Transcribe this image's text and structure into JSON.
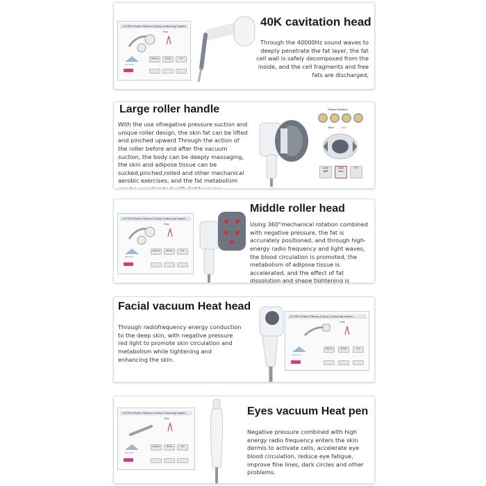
{
  "products": [
    {
      "id": "cavitation",
      "title": "40K cavitation head",
      "description": "Through the 40000Hz sound waves to deeply penetrate the fat layer, the fat cell wall is safely decomposed from the inside, and the cell fragments and free fats are discharged,",
      "screen_title_brand": "V8",
      "screen_title": "PRO Perfect Fitness & Body Contouring System"
    },
    {
      "id": "large-roller",
      "title": "Large roller handle",
      "description": "With the use ofnegative pressure suction and unique roller design, the skin fat can be lifted and pinched upward Through the action of the roller before and after the vacuum suction, the body can be deeply massaging, the skin and adipose tissue can be sucked,pinched,rolled and other mechanical aerobic exercises, and the fat metabolism can be accelerated with light waves.",
      "panel_heading": "Rotate Direction",
      "panel_time": "Time",
      "panel_rf": "RLF",
      "panel_btn1": "Laser",
      "panel_btn1_state": "OFF",
      "panel_btn2": "Laser",
      "panel_btn2_state": "RED",
      "panel_btn3": "R.F"
    },
    {
      "id": "middle-roller",
      "title": "Middle roller head",
      "description": "Using 360°mechanical rotation combined with negative pressure, the fat is accurately positioned, and through high-energy radio frequency and light waves, the blood circulation is promoted, the metabolism of adipose tissue is accelerated, and the effect of fat dissolution and shape tightening is achieved.",
      "screen_title_brand": "V8",
      "screen_title": "PRO Perfect Fitness & Body Contouring System"
    },
    {
      "id": "facial-vacuum",
      "title": "Facial vacuum Heat head",
      "description": "Through radiofrequency energy conduction to the deep skin, with negative pressure red light to promote skin circulation and metabolism while tightening and enhancing the skin.",
      "screen_title_brand": "V8",
      "screen_title": "PRO Perfect Fitness & Body Contouring System"
    },
    {
      "id": "eyes-vacuum",
      "title": "Eyes vacuum Heat pen",
      "description": "Negative pressure combined with high energy radio frequency enters the skin dermis to activate cells, accelerate eye blood circulation, reduce eye fatigue, improve fine lines, dark circles and other problems.",
      "screen_title_brand": "V8",
      "screen_title": "PRO Perfect Fitness & Body Contouring System"
    }
  ],
  "screen_labels": {
    "time": "Time",
    "vacuum": "Vacuum",
    "model": "Model",
    "rf": "R.F",
    "return": "RETURN"
  },
  "colors": {
    "card_border": "#d6dde6",
    "accent_pink": "#d13a7b",
    "device_white": "#f3f4f6",
    "device_grey": "#7d8592"
  }
}
